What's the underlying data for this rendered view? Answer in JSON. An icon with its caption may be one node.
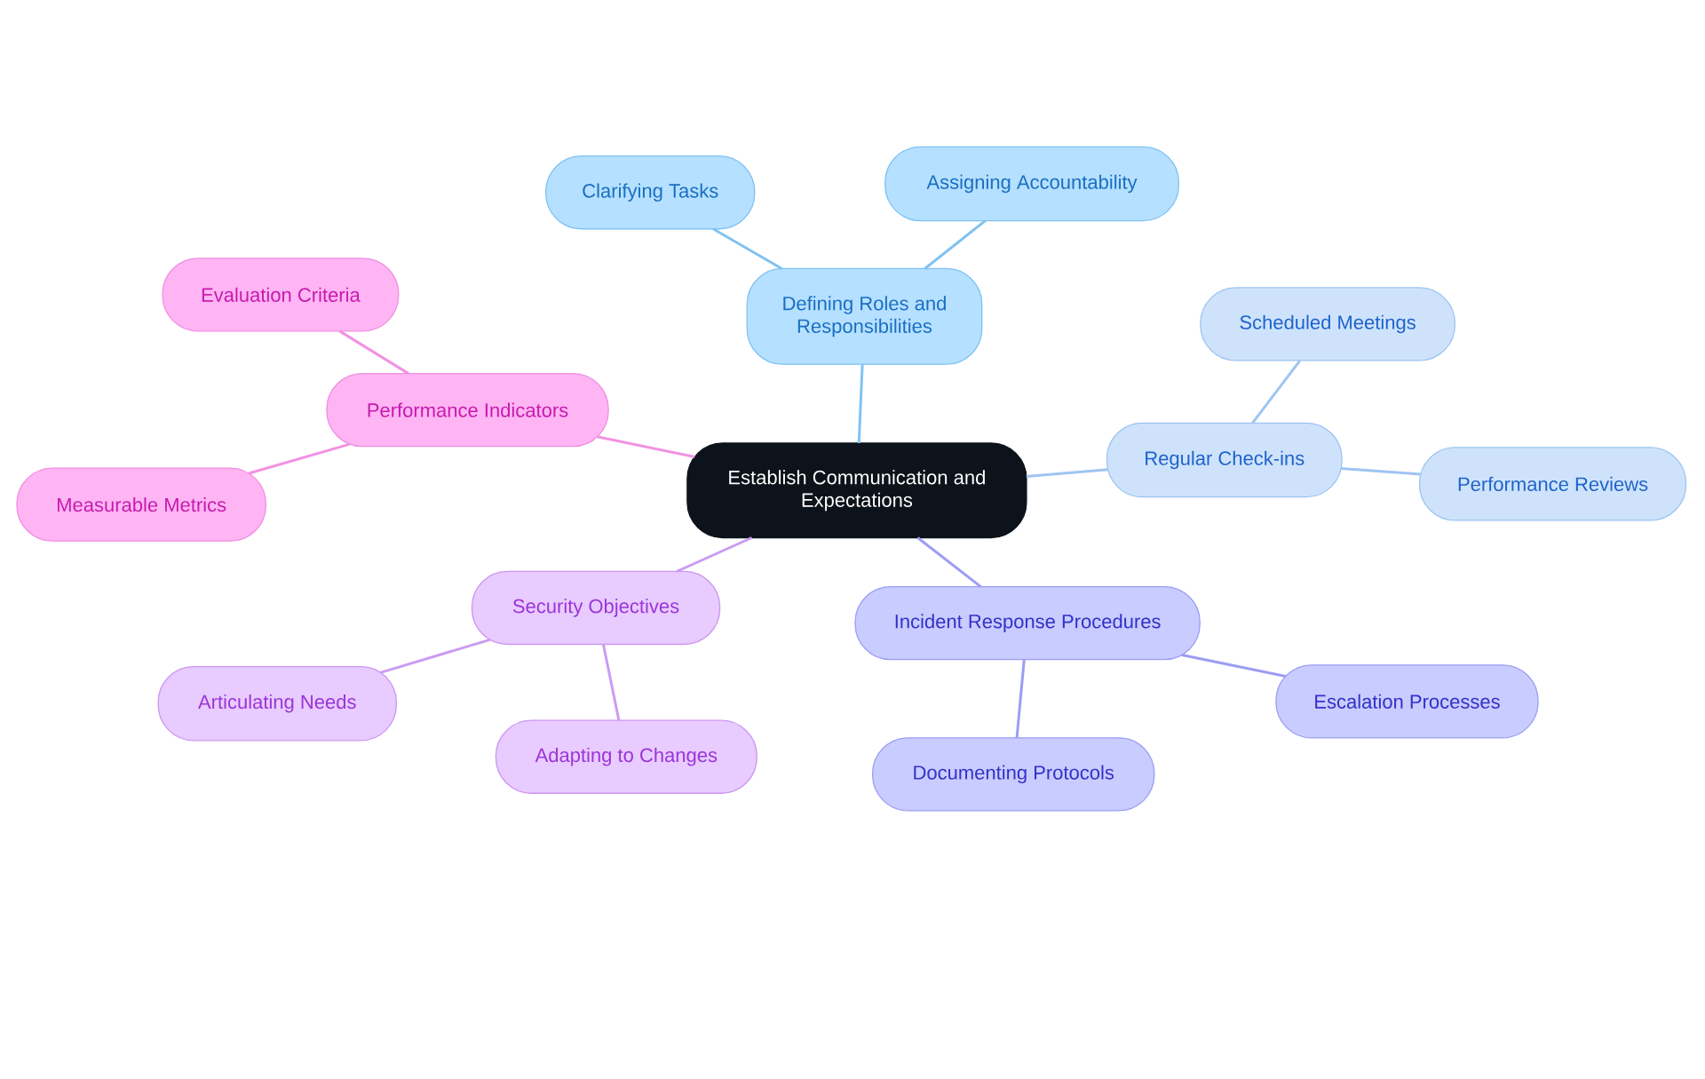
{
  "diagram": {
    "nodes": [
      {
        "text": [
          "Establish Communication and Expectations"
        ]
      },
      {
        "text": [
          "Defining Roles and Responsibilities"
        ]
      },
      {
        "text": [
          "Clarifying Tasks"
        ]
      },
      {
        "text": [
          "Assigning Accountability"
        ]
      },
      {
        "text": [
          "Regular Check-ins"
        ]
      },
      {
        "text": [
          "Scheduled Meetings"
        ]
      },
      {
        "text": [
          "Performance Reviews"
        ]
      },
      {
        "text": [
          "Incident Response Procedures"
        ]
      },
      {
        "text": [
          "Escalation Processes"
        ]
      },
      {
        "text": [
          "Documenting Protocols"
        ]
      },
      {
        "text": [
          "Security Objectives"
        ]
      },
      {
        "text": [
          "Articulating Needs"
        ]
      },
      {
        "text": [
          "Adapting to Changes"
        ]
      },
      {
        "text": [
          "Performance Indicators"
        ]
      },
      {
        "text": [
          "Evaluation Criteria"
        ]
      },
      {
        "text": [
          "Measurable Metrics"
        ]
      }
    ],
    "edges": [
      {
        "from": 0,
        "to": 1,
        "arrow": "none",
        "color": "#80c2f2"
      },
      {
        "from": 1,
        "to": 2,
        "arrow": "none",
        "color": "#80c2f2"
      },
      {
        "from": 1,
        "to": 3,
        "arrow": "none",
        "color": "#80c2f2"
      },
      {
        "from": 0,
        "to": 4,
        "arrow": "none",
        "color": "#9ec4f2"
      },
      {
        "from": 4,
        "to": 5,
        "arrow": "none",
        "color": "#9ec4f2"
      },
      {
        "from": 4,
        "to": 6,
        "arrow": "none",
        "color": "#9ec4f2"
      },
      {
        "from": 0,
        "to": 7,
        "arrow": "none",
        "color": "#9c9df2"
      },
      {
        "from": 7,
        "to": 8,
        "arrow": "none",
        "color": "#9c9df2"
      },
      {
        "from": 7,
        "to": 9,
        "arrow": "none",
        "color": "#9c9df2"
      },
      {
        "from": 0,
        "to": 10,
        "arrow": "none",
        "color": "#cb9bf2"
      },
      {
        "from": 10,
        "to": 11,
        "arrow": "none",
        "color": "#cb9bf2"
      },
      {
        "from": 10,
        "to": 12,
        "arrow": "none",
        "color": "#cb9bf2"
      },
      {
        "from": 0,
        "to": 13,
        "arrow": "none",
        "color": "#f292e3"
      },
      {
        "from": 13,
        "to": 14,
        "arrow": "none",
        "color": "#f292e3"
      },
      {
        "from": 13,
        "to": 15,
        "arrow": "none",
        "color": "#f292e3"
      }
    ]
  }
}
